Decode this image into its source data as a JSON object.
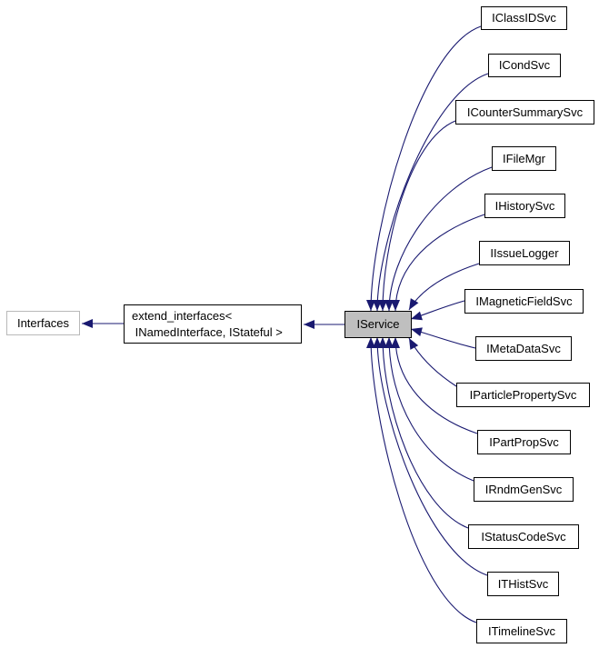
{
  "diagram": {
    "kind": "class-inheritance-graph",
    "nodes": {
      "interfaces": {
        "label": "Interfaces"
      },
      "extend_interfaces": {
        "lines": [
          "extend_interfaces<",
          " INamedInterface, IStateful >"
        ]
      },
      "iservice": {
        "label": "IService"
      }
    },
    "derived": [
      {
        "label": "IClassIDSvc"
      },
      {
        "label": "ICondSvc"
      },
      {
        "label": "ICounterSummarySvc"
      },
      {
        "label": "IFileMgr"
      },
      {
        "label": "IHistorySvc"
      },
      {
        "label": "IIssueLogger"
      },
      {
        "label": "IMagneticFieldSvc"
      },
      {
        "label": "IMetaDataSvc"
      },
      {
        "label": "IParticlePropertySvc"
      },
      {
        "label": "IPartPropSvc"
      },
      {
        "label": "IRndmGenSvc"
      },
      {
        "label": "IStatusCodeSvc"
      },
      {
        "label": "ITHistSvc"
      },
      {
        "label": "ITimelineSvc"
      }
    ],
    "colors": {
      "edge": "#191970",
      "box_border": "#000000",
      "undocumented_border": "#b9b9b9",
      "current_node_fill": "#bfbfbf",
      "background": "#ffffff",
      "text": "#000000"
    }
  }
}
